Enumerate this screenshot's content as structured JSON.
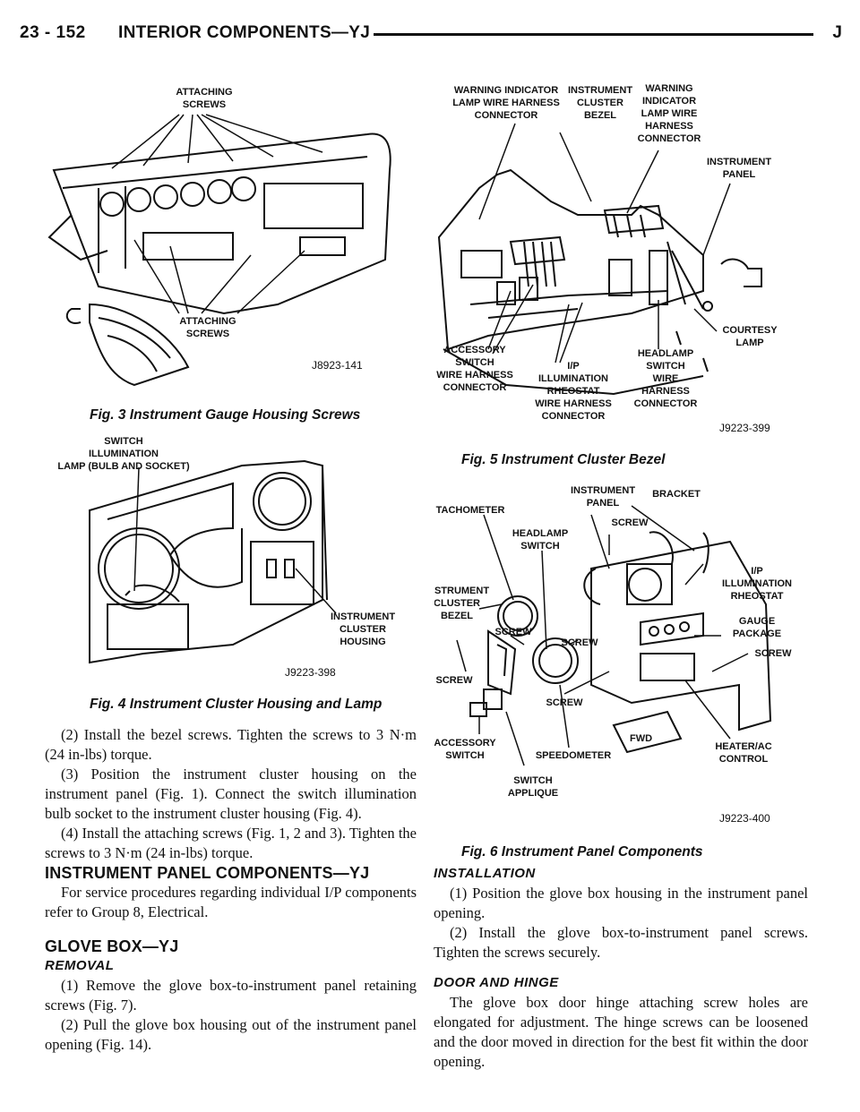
{
  "header": {
    "page_number": "23 - 152",
    "section_title": "INTERIOR COMPONENTS—YJ",
    "marker": "J"
  },
  "figures": {
    "fig3": {
      "caption": "Fig. 3 Instrument Gauge Housing Screws",
      "code": "J8923-141",
      "labels": {
        "top_line1": "ATTACHING",
        "top_line2": "SCREWS",
        "bottom_line1": "ATTACHING",
        "bottom_line2": "SCREWS"
      }
    },
    "fig4": {
      "caption": "Fig. 4 Instrument Cluster Housing and Lamp",
      "code": "J9223-398",
      "labels": {
        "lamp_line1": "SWITCH",
        "lamp_line2": "ILLUMINATION",
        "lamp_line3": "LAMP (BULB AND SOCKET)",
        "housing_line1": "INSTRUMENT",
        "housing_line2": "CLUSTER",
        "housing_line3": "HOUSING"
      }
    },
    "fig5": {
      "caption": "Fig. 5 Instrument Cluster Bezel",
      "code": "J9223-399",
      "labels": {
        "wi1_line1": "WARNING INDICATOR",
        "wi1_line2": "LAMP WIRE HARNESS",
        "wi1_line3": "CONNECTOR",
        "bezel_line1": "INSTRUMENT",
        "bezel_line2": "CLUSTER",
        "bezel_line3": "BEZEL",
        "wi2_line1": "WARNING",
        "wi2_line2": "INDICATOR",
        "wi2_line3": "LAMP WIRE",
        "wi2_line4": "HARNESS",
        "wi2_line5": "CONNECTOR",
        "panel_line1": "INSTRUMENT",
        "panel_line2": "PANEL",
        "acc_line1": "ACCESSORY",
        "acc_line2": "SWITCH",
        "acc_line3": "WIRE HARNESS",
        "acc_line4": "CONNECTOR",
        "ip_line1": "I/P",
        "ip_line2": "ILLUMINATION",
        "ip_line3": "RHEOSTAT",
        "ip_line4": "WIRE HARNESS",
        "ip_line5": "CONNECTOR",
        "hl_line1": "HEADLAMP",
        "hl_line2": "SWITCH",
        "hl_line3": "WIRE",
        "hl_line4": "HARNESS",
        "hl_line5": "CONNECTOR",
        "court_line1": "COURTESY",
        "court_line2": "LAMP"
      }
    },
    "fig6": {
      "caption": "Fig. 6 Instrument Panel Components",
      "code": "J9223-400",
      "labels": {
        "tach": "TACHOMETER",
        "panel_line1": "INSTRUMENT",
        "panel_line2": "PANEL",
        "bracket": "BRACKET",
        "screw": "SCREW",
        "hl_line1": "HEADLAMP",
        "hl_line2": "SWITCH",
        "rheo_line1": "I/P",
        "rheo_line2": "ILLUMINATION",
        "rheo_line3": "RHEOSTAT",
        "bezel_line1": "INSTRUMENT",
        "bezel_line2": "CLUSTER",
        "bezel_line3": "BEZEL",
        "gauge_line1": "GAUGE",
        "gauge_line2": "PACKAGE",
        "acc_line1": "ACCESSORY",
        "acc_line2": "SWITCH",
        "speedo": "SPEEDOMETER",
        "heater_line1": "HEATER/AC",
        "heater_line2": "CONTROL",
        "appl_line1": "SWITCH",
        "appl_line2": "APPLIQUE",
        "fwd": "FWD"
      }
    }
  },
  "left_text": {
    "p1": "(2) Install the bezel screws. Tighten the screws to 3 N·m (24 in-lbs) torque.",
    "p2": "(3) Position the instrument cluster housing on the instrument panel (Fig. 1). Connect the switch illumination bulb socket to the instrument cluster housing (Fig. 4).",
    "p3": "(4) Install the attaching screws (Fig. 1, 2 and 3). Tighten the screws to 3 N·m (24 in-lbs) torque.",
    "h_ipc": "INSTRUMENT PANEL COMPONENTS—YJ",
    "p4": "For service procedures regarding individual I/P components refer to Group 8, Electrical.",
    "h_glove": "GLOVE BOX—YJ",
    "h_removal": "REMOVAL",
    "p5": "(1) Remove the glove box-to-instrument panel retaining screws (Fig. 7).",
    "p6": "(2) Pull the glove box housing out of the instrument panel opening (Fig. 14)."
  },
  "right_text": {
    "h_install": "INSTALLATION",
    "p1": "(1) Position the glove box housing in the instrument panel opening.",
    "p2": "(2) Install the glove box-to-instrument panel screws. Tighten the screws securely.",
    "h_door": "DOOR AND HINGE",
    "p3": "The glove box door hinge attaching screw holes are elongated for adjustment. The hinge screws can be loosened and the door moved in direction for the best fit within the door opening."
  }
}
